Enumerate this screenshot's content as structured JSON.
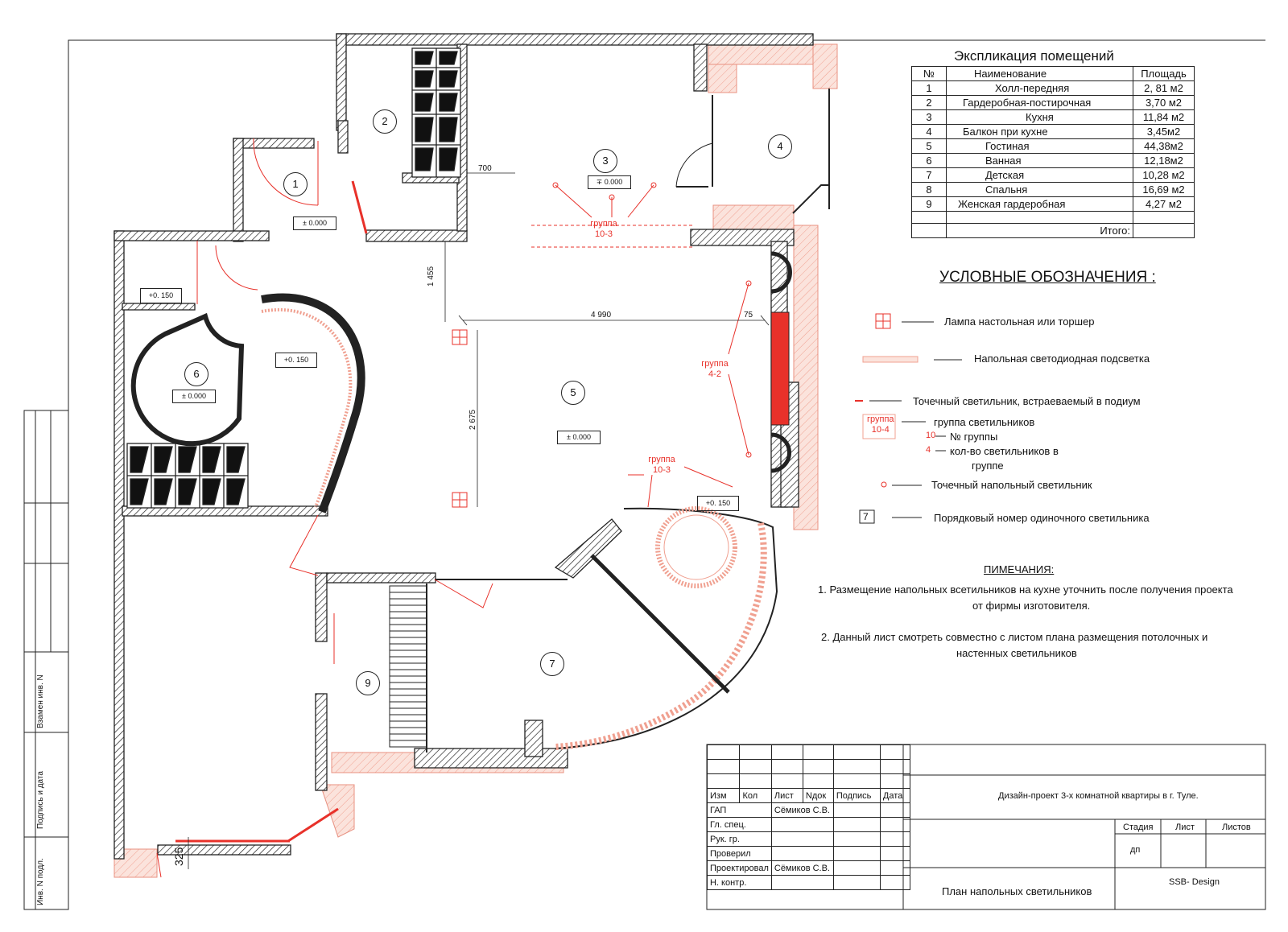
{
  "explication": {
    "title": "Экспликация помещений",
    "headers": [
      "№",
      "Наименование",
      "Площадь"
    ],
    "rows": [
      {
        "no": "1",
        "name": "Холл-передняя",
        "area": "2, 81 м2"
      },
      {
        "no": "2",
        "name": "Гардеробная-постирочная",
        "area": "3,70 м2"
      },
      {
        "no": "3",
        "name": "Кухня",
        "area": "11,84 м2"
      },
      {
        "no": "4",
        "name": "Балкон при кухне",
        "area": "3,45м2"
      },
      {
        "no": "5",
        "name": "Гостиная",
        "area": "44,38м2"
      },
      {
        "no": "6",
        "name": "Ванная",
        "area": "12,18м2"
      },
      {
        "no": "7",
        "name": "Детская",
        "area": "10,28 м2"
      },
      {
        "no": "8",
        "name": "Спальня",
        "area": "16,69 м2"
      },
      {
        "no": "9",
        "name": "Женская гардеробная",
        "area": "4,27 м2"
      }
    ],
    "total_label": "Итого:"
  },
  "legend": {
    "title": "УСЛОВНЫЕ ОБОЗНАЧЕНИЯ :",
    "floor_lamp": "Лампа настольная или торшер",
    "led_strip": "Напольная светодиодная подсветка",
    "podium_spot": "Точечный светильник, встраеваемый в подиум",
    "group_label": "группа\n10-4",
    "group_text": "группа светильников",
    "group_no_value": "10",
    "group_no_text": "№ группы",
    "group_count_value": "4",
    "group_count_text": "кол-во светильников в",
    "group_count_text2": "группе",
    "floor_spot": "Точечный напольный светильник",
    "single_no_box": "7",
    "single_no_text": "Порядковый номер одиночного светильника"
  },
  "notes": {
    "title": "ПИМЕЧАНИЯ:",
    "n1a": "1. Размещение напольных всетильников на кухне уточнить после получения проекта",
    "n1b": "от фирмы изготовителя.",
    "n2a": "2. Данный лист смотреть совместно с листом плана размещения потолочных и",
    "n2b": "настенных светильников"
  },
  "rooms": {
    "r1": "1",
    "r2": "2",
    "r3": "3",
    "r4": "4",
    "r5": "5",
    "r6": "6",
    "r7": "7",
    "r9": "9"
  },
  "levels": {
    "l1": "± 0.000",
    "l3": "∓ 0.000",
    "l5": "± 0.000",
    "l6": "± 0.000",
    "p1": "+0. 150",
    "p2": "+0. 150",
    "p3": "+0. 150"
  },
  "groups": {
    "g1a": "группа",
    "g1b": "10-3",
    "g2a": "группа",
    "g2b": "4-2",
    "g3a": "группа",
    "g3b": "10-3"
  },
  "dims": {
    "d700": "700",
    "d1455": "1 455",
    "d4990": "4 990",
    "d75": "75",
    "d2675": "2 675",
    "d325": "325"
  },
  "stamp": {
    "project": "Дизайн-проект 3-х комнатной квартиры в г. Туле.",
    "cols": [
      "Изм",
      "Кол",
      "Лист",
      "Nдок",
      "Подпись",
      "Дата"
    ],
    "gap": "ГАП",
    "gap_name": "Сёмиков С.В.",
    "gl": "Гл. спец.",
    "ruk": "Рук. гр.",
    "prov": "Проверил",
    "proekt": "Проектировал",
    "proekt_name": "Сёмиков С.В.",
    "nk": "Н. контр.",
    "stadiya": "Стадия",
    "list": "Лист",
    "listov": "Листов",
    "stage_val": "дп",
    "sheet_title": "План напольных светильников",
    "firm": "SSB- Design"
  },
  "side": {
    "vzamen": "Взамен инв. N",
    "podpis": "Подпись и дата",
    "inv": "Инв. N подл."
  },
  "colors": {
    "red": "#e8312a",
    "salmon": "#f3b8a8",
    "wall": "#222222"
  }
}
